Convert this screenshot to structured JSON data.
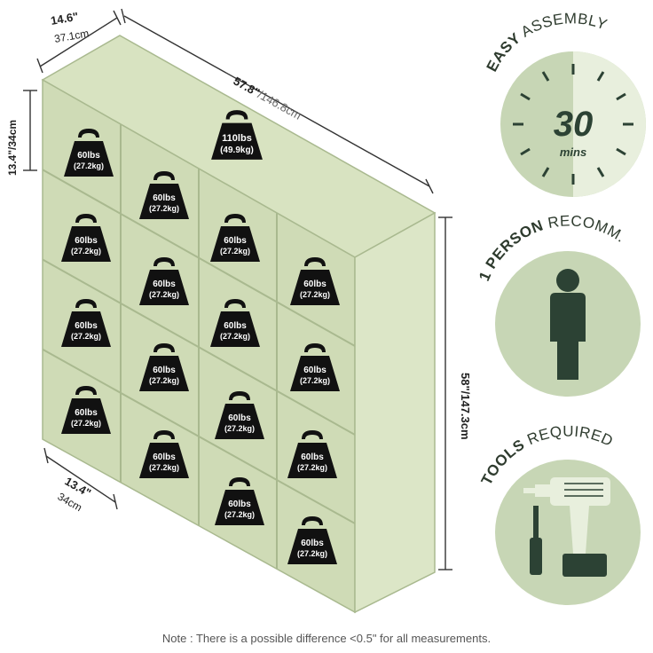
{
  "colors": {
    "shelf_front": "#cfdbb6",
    "shelf_side": "#dce6c7",
    "shelf_top": "#d8e3c1",
    "shelf_edge": "#a9b98f",
    "weight_fill": "#111111",
    "badge_bg": "#c7d6b5",
    "badge_light": "#e8efdd",
    "icon_dark": "#2c4234",
    "dim_line": "#333333"
  },
  "dimensions": {
    "depth_in": "14.6\"",
    "depth_cm": "37.1cm",
    "width_in": "57.8\"",
    "width_cm": "/146.8cm",
    "cube_h": "13.4\"/34cm",
    "height": "58\"/147.3cm",
    "cube_w_in": "13.4\"",
    "cube_w_cm": "34cm"
  },
  "weights": {
    "top_lbs": "110lbs",
    "top_kg": "(49.9kg)",
    "cube_lbs": "60lbs",
    "cube_kg": "(27.2kg)"
  },
  "badges": {
    "assembly_bold": "EASY",
    "assembly_rest": "ASSEMBLY",
    "assembly_minutes": "30",
    "assembly_unit": "mins",
    "assembly_icon": "clock-icon",
    "person_bold": "1 PERSON",
    "person_rest": "RECOMM.",
    "person_icon": "person-icon",
    "tools_bold": "TOOLS",
    "tools_rest": "REQUIRED",
    "tools_icon": "drill-icon"
  },
  "note": "Note : There is a possible difference <0.5\" for all measurements."
}
